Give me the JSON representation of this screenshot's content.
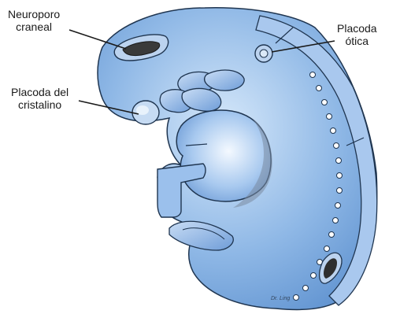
{
  "labels": {
    "neuroporo_craneal": "Neuroporo\ncraneal",
    "placoda_otica": "Placoda\nótica",
    "placoda_cristalino": "Placoda del\ncristalino"
  },
  "signature": "Dr. Ling",
  "colors": {
    "body_fill": "#8fb8e6",
    "body_light": "#d6e8fa",
    "body_dark": "#5b8fce",
    "outline": "#1f3550",
    "shadow": "#2b2b2b"
  }
}
